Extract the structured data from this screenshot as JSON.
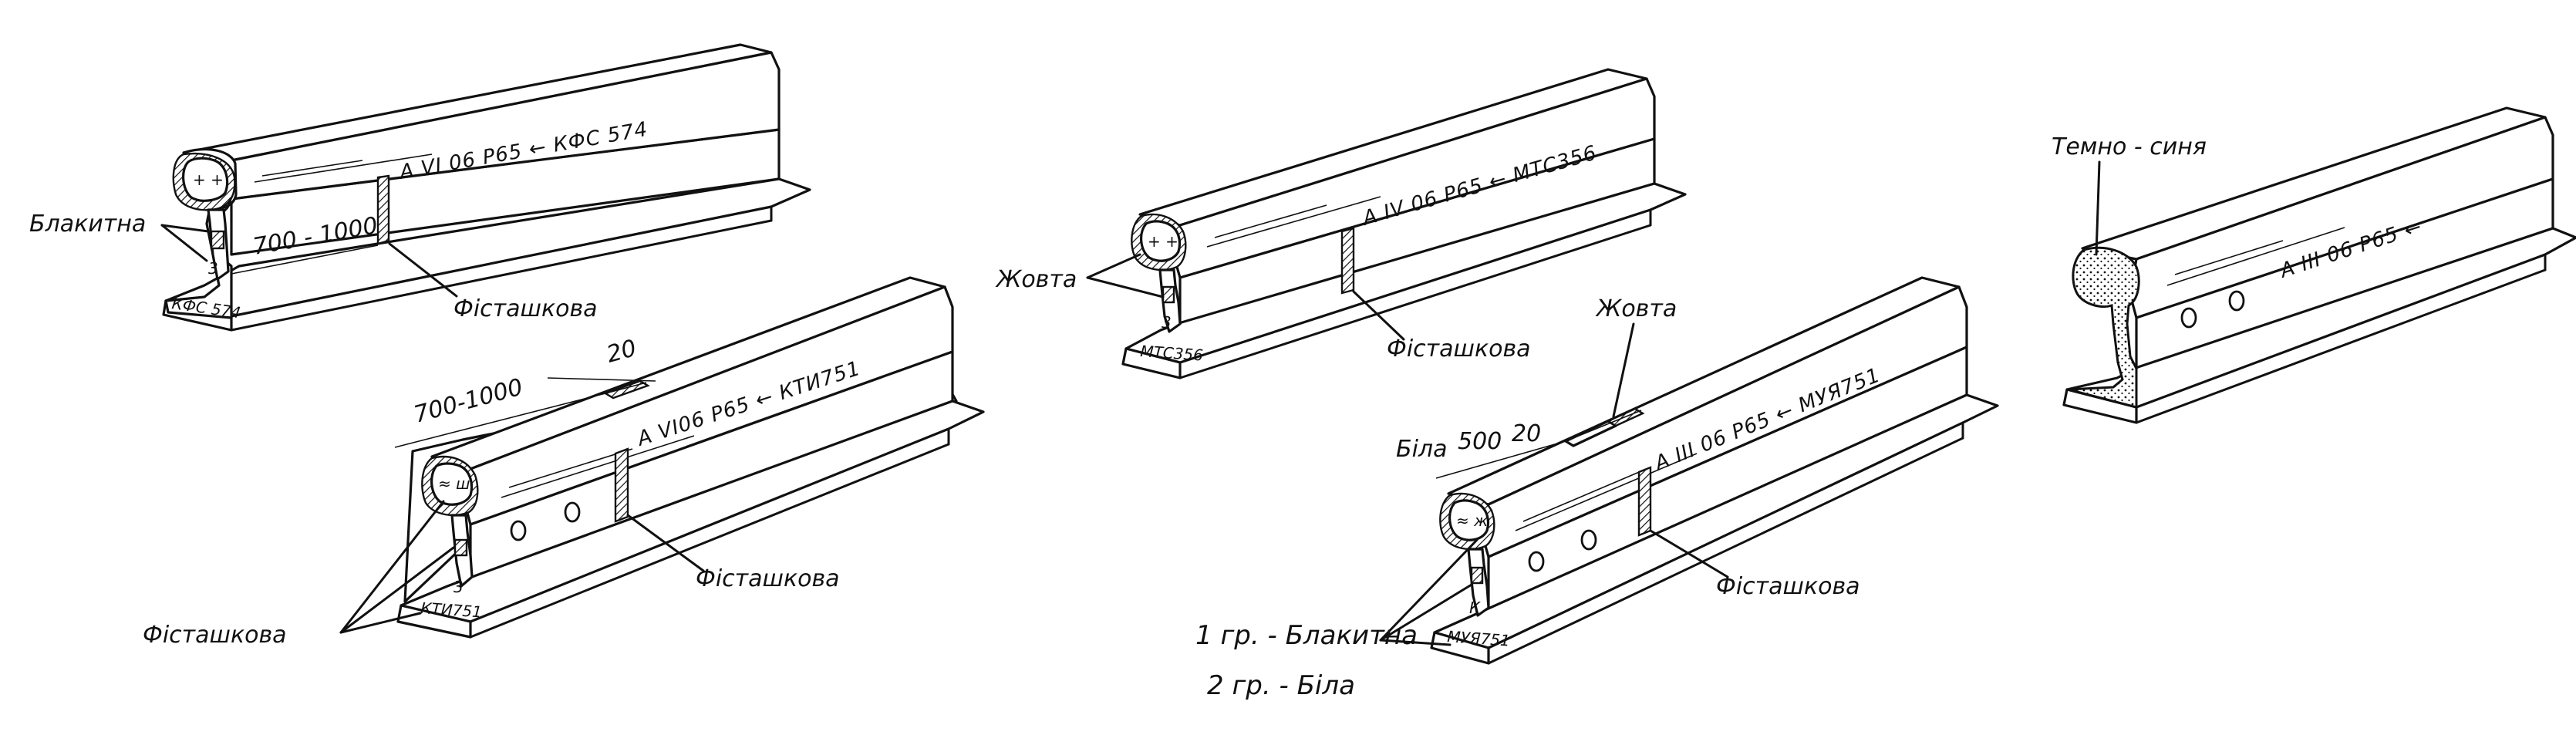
{
  "labels": {
    "r1_head": "Блакитна",
    "r1_mark": "Фісташкова",
    "r2_end": "Фісташкова",
    "r2_mark": "Фісташкова",
    "r3_head": "Жовта",
    "r3_mark": "Фісташкова",
    "r4_band": "Жовта",
    "r4_mark": "Фісташкова",
    "r4_left": "Біла",
    "r4_group1": "1 гр. - Блакитна",
    "r4_group2": "2 гр. - Біла",
    "r5_head": "Темно - синя"
  },
  "dims": {
    "r1_span": "700 - 1000",
    "r2_span": "700-1000",
    "r2_band": "20",
    "r4_span": "500",
    "r4_band": "20"
  },
  "markings": {
    "r1_web": "A VI 06   P65  ← КФС 574",
    "r1_foot": "КФС 574",
    "r2_web": "A VI06   P65  ← КТИ751",
    "r2_foot": "КТИ751",
    "r2_num": "3",
    "r3_web": "A IV  06  P65  ← МТС356",
    "r3_foot": "МТС356",
    "r4_web": "A III 06  P65  ← МУЯ751",
    "r4_foot": "МУЯ751",
    "r4_letter": "К",
    "r5_web": "A III  06   P65    ←"
  }
}
